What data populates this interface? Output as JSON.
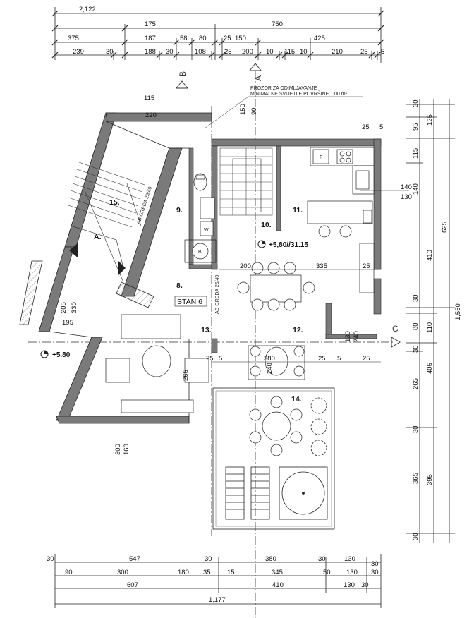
{
  "dims_top": {
    "row0": [
      "2,122"
    ],
    "row1": [
      "175",
      "750"
    ],
    "row2": [
      "375",
      "187",
      "58",
      "80",
      "25",
      "150",
      "425"
    ],
    "row3": [
      "239",
      "30",
      "188",
      "30",
      "108",
      "25",
      "200",
      "10",
      "115",
      "10",
      "210",
      "25",
      "5"
    ]
  },
  "dims_bottom": {
    "row1": [
      "30",
      "547",
      "30",
      "380",
      "30",
      "130",
      "30"
    ],
    "row2": [
      "90",
      "300",
      "180",
      "35",
      "15",
      "345",
      "50",
      "130",
      "30"
    ],
    "row3": [
      "607",
      "410",
      "130",
      "30"
    ],
    "row4": [
      "1,177"
    ]
  },
  "dims_right": {
    "col1": [
      "30",
      "95",
      "115",
      "140",
      "410",
      "30",
      "80",
      "30",
      "265",
      "30",
      "365",
      "30"
    ],
    "col2": [
      "125",
      "625",
      "110",
      "405",
      "395"
    ],
    "col3": [
      "1,550"
    ]
  },
  "rooms": {
    "r8": "8.",
    "r9": "9.",
    "r10": "10.",
    "r11": "11.",
    "r12": "12.",
    "r13": "13.",
    "r14": "14.",
    "r15": "15.",
    "ra": "A."
  },
  "labels": {
    "stan": "STAN 6",
    "level_main": "+5,80//31.15",
    "level_left": "+5.80",
    "window_note_1": "PROZOR ZA ODIMLJAVANJE",
    "window_note_2": "MINIMALNE SVIJETLE POVRŠINE 1,00 m²",
    "beam_1": "AB GREDA 25/40",
    "beam_2": "AB GREDA 25/40",
    "section_a": "A",
    "section_b": "B",
    "section_c": "C",
    "appliance_f": "F",
    "appliance_w": "W",
    "appliance_b": "B"
  },
  "inner_dims": {
    "d200": "200",
    "d335": "335",
    "d25a": "25",
    "d380": "380",
    "d25b": "25",
    "d5a": "5",
    "d25c": "25",
    "d25d": "25",
    "d5b": "5",
    "d140": "140",
    "d130": "130",
    "d300": "300",
    "d160": "160",
    "d195": "195",
    "d205": "205",
    "d330": "330",
    "d220": "220",
    "d115": "115",
    "d150": "150",
    "d90": "90",
    "d240": "240",
    "d240b": "240",
    "d265": "265",
    "d130b": "130",
    "d25e": "25",
    "d5c": "5"
  },
  "colors": {
    "wall": "#7a7a7a",
    "line": "#222222",
    "paper": "#ffffff"
  }
}
